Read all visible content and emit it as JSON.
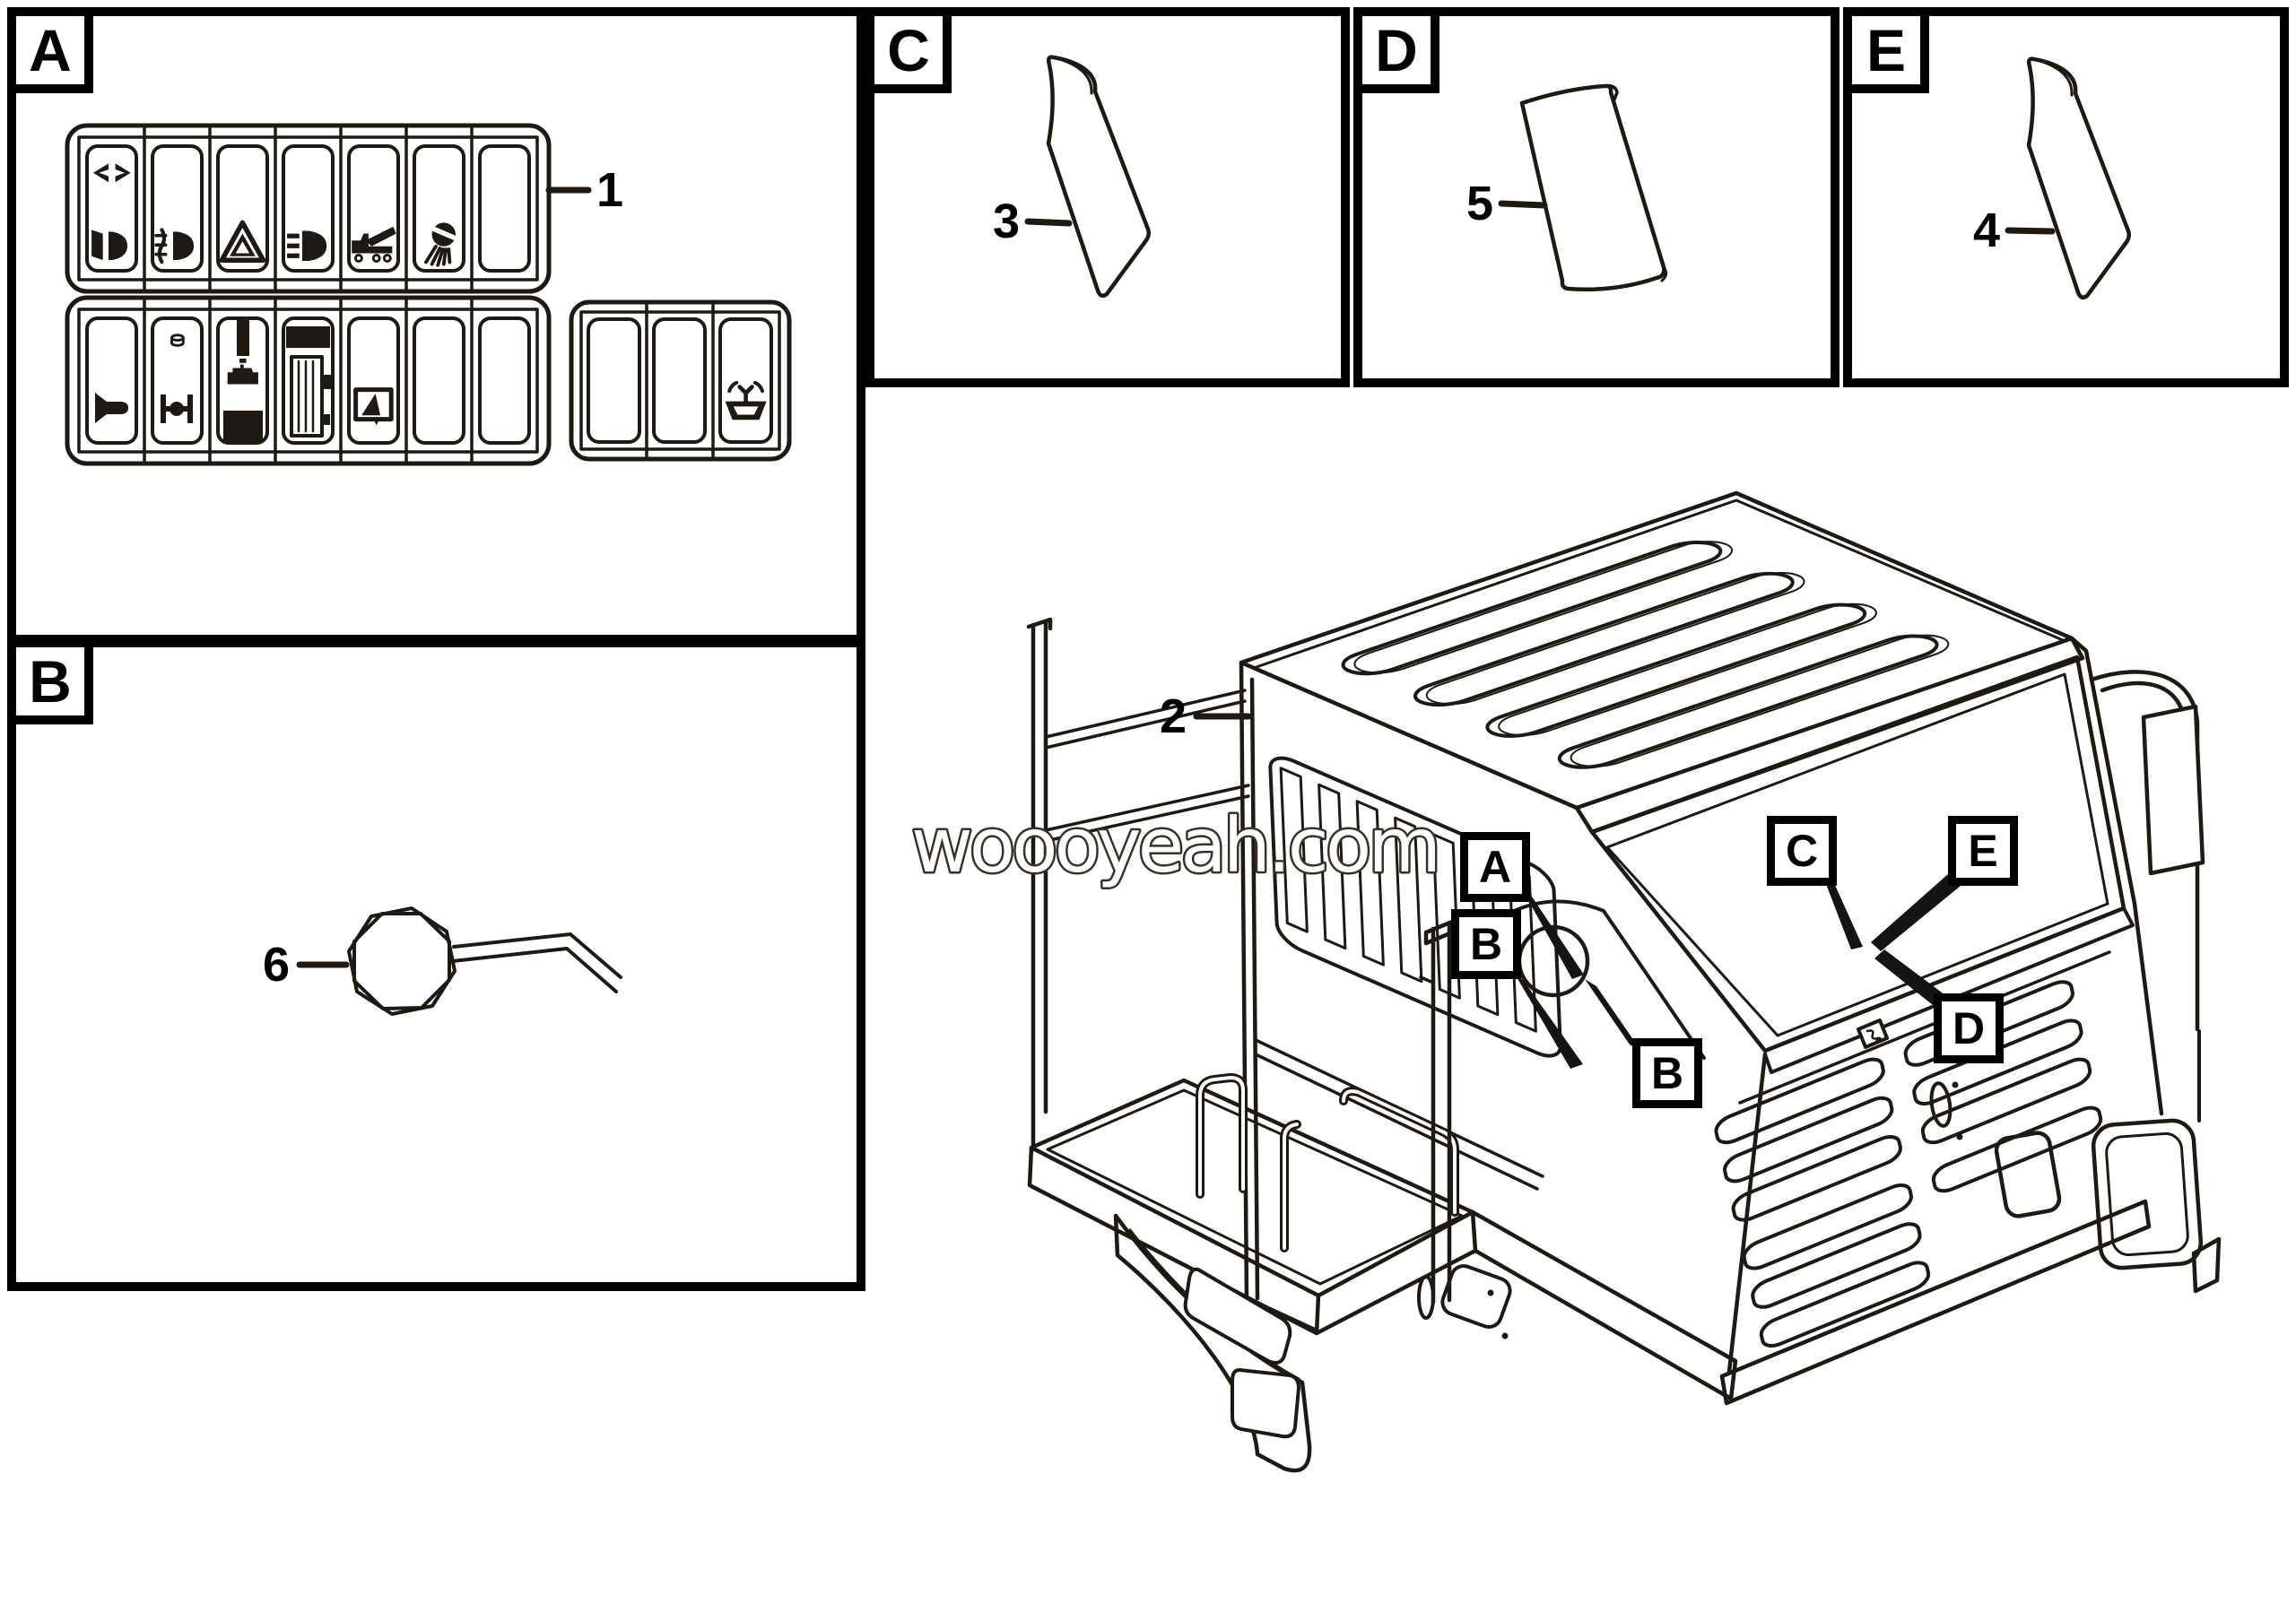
{
  "watermark": {
    "text": "woooyeah.com",
    "fill": "#ffffff",
    "outline": "#3a302a"
  },
  "colors": {
    "line": "#1f1913",
    "background": "#ffffff"
  },
  "panels": {
    "a": {
      "label": "A",
      "part_label": "1"
    },
    "b": {
      "label": "B",
      "part_label": "6"
    },
    "c": {
      "label": "C",
      "part_label": "3"
    },
    "d": {
      "label": "D",
      "part_label": "5"
    },
    "e": {
      "label": "E",
      "part_label": "4"
    }
  },
  "main_view": {
    "part_label": "2",
    "callouts": {
      "a": "A",
      "b_upper": "B",
      "b_lower": "B",
      "c": "C",
      "d": "D",
      "e": "E"
    }
  },
  "switch_icons": {
    "row1": [
      "position-lights-low-beam-icon",
      "front-fog-light-icon",
      "hazard-warning-icon",
      "main-beam-icon",
      "tipper-body-icon",
      "work-light-icon",
      "blank"
    ],
    "row2": [
      "horn-icon",
      "differential-lock-icon",
      "engine-brake-icon",
      "heater-icon",
      "cab-tilt-icon",
      "blank",
      "blank"
    ],
    "small_panel": [
      "blank",
      "blank",
      "windscreen-washer-icon"
    ]
  }
}
